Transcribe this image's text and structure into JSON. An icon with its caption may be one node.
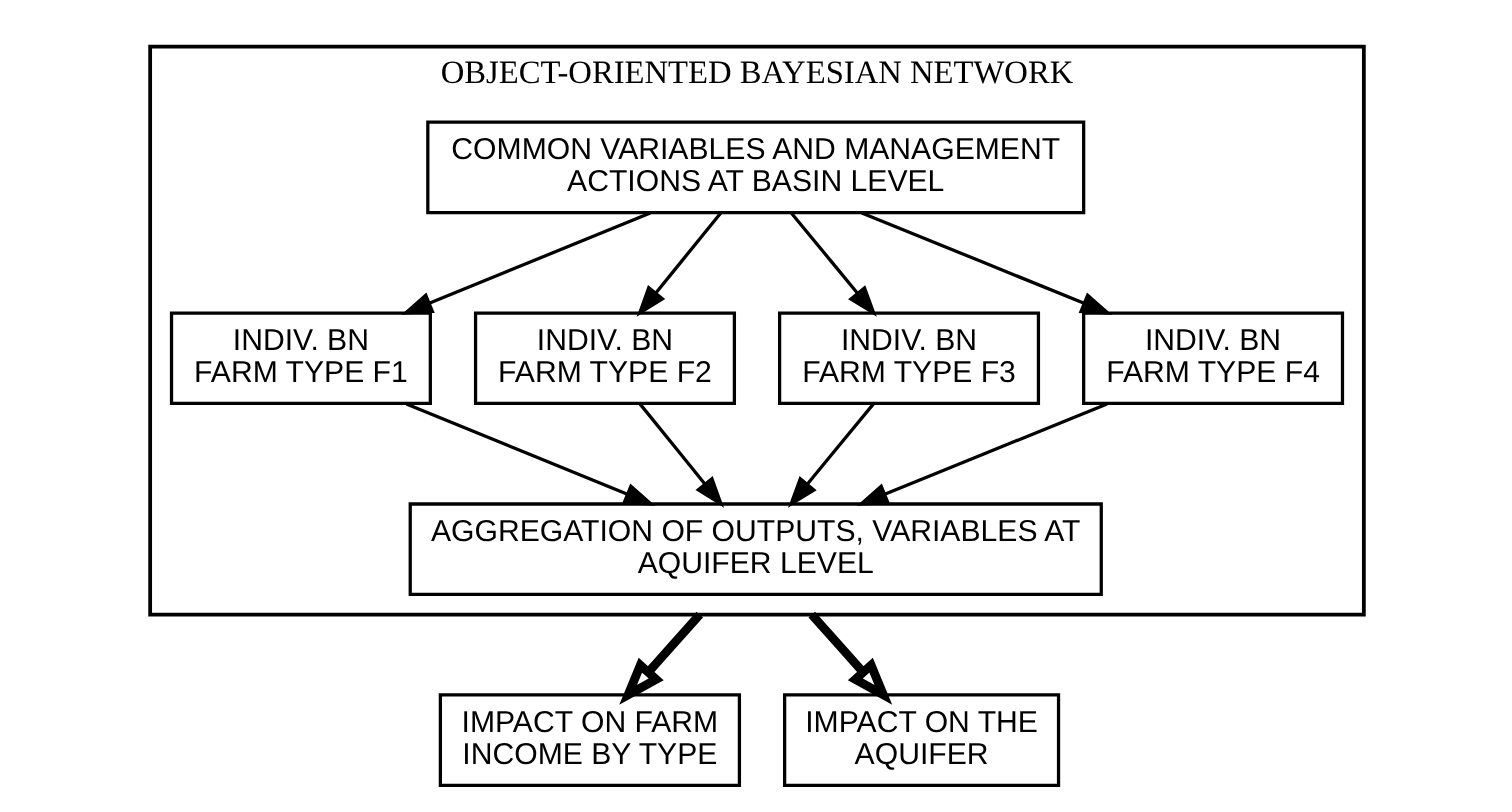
{
  "diagram": {
    "nodes": [
      {
        "text": [
          "OBJECT-ORIENTED BAYESIAN NETWORK"
        ]
      },
      {
        "text": [
          "COMMON VARIABLES AND MANAGEMENT ACTIONS AT BASIN LEVEL"
        ],
        "in": 0
      },
      {
        "text": [
          "INDIV. BN FARM TYPE F1"
        ],
        "in": 0
      },
      {
        "text": [
          "INDIV. BN FARM TYPE F2"
        ],
        "in": 0
      },
      {
        "text": [
          "INDIV. BN FARM TYPE F3"
        ],
        "in": 0
      },
      {
        "text": [
          "INDIV. BN FARM TYPE F4"
        ],
        "in": 0
      },
      {
        "text": [
          "AGGREGATION OF OUTPUTS, VARIABLES AT AQUIFER LEVEL"
        ],
        "in": 0
      },
      {
        "text": [
          "IMPACT ON FARM INCOME BY TYPE"
        ]
      },
      {
        "text": [
          "IMPACT ON THE AQUIFER"
        ]
      }
    ],
    "edges": [
      {
        "from": 1,
        "to": 2,
        "arrow": "to"
      },
      {
        "from": 1,
        "to": 3,
        "arrow": "to"
      },
      {
        "from": 1,
        "to": 4,
        "arrow": "to"
      },
      {
        "from": 1,
        "to": 5,
        "arrow": "to"
      },
      {
        "from": 2,
        "to": 6,
        "arrow": "to"
      },
      {
        "from": 3,
        "to": 6,
        "arrow": "to"
      },
      {
        "from": 4,
        "to": 6,
        "arrow": "to"
      },
      {
        "from": 5,
        "to": 6,
        "arrow": "to"
      },
      {
        "from": 0,
        "to": 7,
        "arrow": "to",
        "style": "thick"
      },
      {
        "from": 0,
        "to": 8,
        "arrow": "to",
        "style": "thick"
      }
    ]
  }
}
